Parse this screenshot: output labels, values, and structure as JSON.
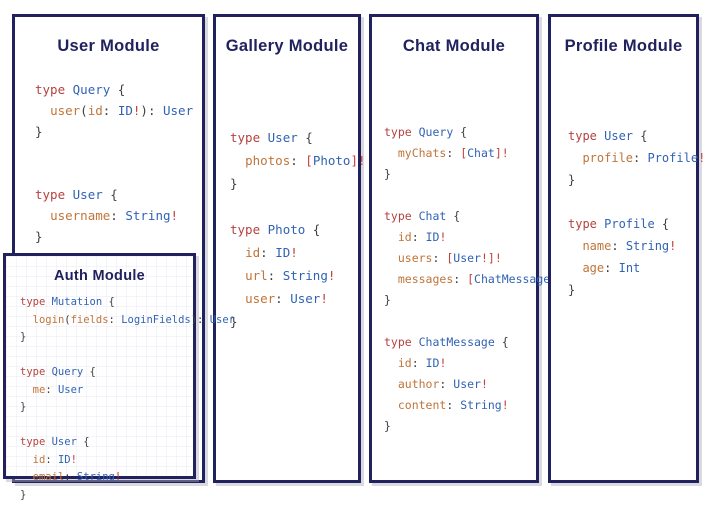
{
  "colors": {
    "navy": "#21215e",
    "keyword": "#b5423e",
    "type": "#3163b4",
    "field": "#c07539",
    "punct": "#3f3f3f",
    "bang": "#c0403c"
  },
  "panels": [
    {
      "id": "user",
      "title": "User Module",
      "code": [
        [
          [
            "k",
            "type "
          ],
          [
            "t",
            "Query "
          ],
          [
            "p",
            "{"
          ]
        ],
        [
          [
            "p",
            "  "
          ],
          [
            "f",
            "user"
          ],
          [
            "p",
            "("
          ],
          [
            "f",
            "id"
          ],
          [
            "p",
            ": "
          ],
          [
            "t",
            "ID"
          ],
          [
            "b",
            "!"
          ],
          [
            "p",
            "): "
          ],
          [
            "t",
            "User"
          ]
        ],
        [
          [
            "p",
            "}"
          ]
        ],
        [],
        [],
        [
          [
            "k",
            "type "
          ],
          [
            "t",
            "User "
          ],
          [
            "p",
            "{"
          ]
        ],
        [
          [
            "p",
            "  "
          ],
          [
            "f",
            "username"
          ],
          [
            "p",
            ": "
          ],
          [
            "t",
            "String"
          ],
          [
            "b",
            "!"
          ]
        ],
        [
          [
            "p",
            "}"
          ]
        ]
      ]
    },
    {
      "id": "gallery",
      "title": "Gallery Module",
      "code": [
        [
          [
            "k",
            "type "
          ],
          [
            "t",
            "User "
          ],
          [
            "p",
            "{"
          ]
        ],
        [
          [
            "p",
            "  "
          ],
          [
            "f",
            "photos"
          ],
          [
            "p",
            ": "
          ],
          [
            "b",
            "["
          ],
          [
            "t",
            "Photo"
          ],
          [
            "b",
            "]!"
          ]
        ],
        [
          [
            "p",
            "}"
          ]
        ],
        [],
        [
          [
            "k",
            "type "
          ],
          [
            "t",
            "Photo "
          ],
          [
            "p",
            "{"
          ]
        ],
        [
          [
            "p",
            "  "
          ],
          [
            "f",
            "id"
          ],
          [
            "p",
            ": "
          ],
          [
            "t",
            "ID"
          ],
          [
            "b",
            "!"
          ]
        ],
        [
          [
            "p",
            "  "
          ],
          [
            "f",
            "url"
          ],
          [
            "p",
            ": "
          ],
          [
            "t",
            "String"
          ],
          [
            "b",
            "!"
          ]
        ],
        [
          [
            "p",
            "  "
          ],
          [
            "f",
            "user"
          ],
          [
            "p",
            ": "
          ],
          [
            "t",
            "User"
          ],
          [
            "b",
            "!"
          ]
        ],
        [
          [
            "p",
            "}"
          ]
        ]
      ]
    },
    {
      "id": "chat",
      "title": "Chat Module",
      "code": [
        [
          [
            "k",
            "type "
          ],
          [
            "t",
            "Query "
          ],
          [
            "p",
            "{"
          ]
        ],
        [
          [
            "p",
            "  "
          ],
          [
            "f",
            "myChats"
          ],
          [
            "p",
            ": "
          ],
          [
            "b",
            "["
          ],
          [
            "t",
            "Chat"
          ],
          [
            "b",
            "]!"
          ]
        ],
        [
          [
            "p",
            "}"
          ]
        ],
        [],
        [
          [
            "k",
            "type "
          ],
          [
            "t",
            "Chat "
          ],
          [
            "p",
            "{"
          ]
        ],
        [
          [
            "p",
            "  "
          ],
          [
            "f",
            "id"
          ],
          [
            "p",
            ": "
          ],
          [
            "t",
            "ID"
          ],
          [
            "b",
            "!"
          ]
        ],
        [
          [
            "p",
            "  "
          ],
          [
            "f",
            "users"
          ],
          [
            "p",
            ": "
          ],
          [
            "b",
            "["
          ],
          [
            "t",
            "User"
          ],
          [
            "b",
            "!]!"
          ]
        ],
        [
          [
            "p",
            "  "
          ],
          [
            "f",
            "messages"
          ],
          [
            "p",
            ": "
          ],
          [
            "b",
            "["
          ],
          [
            "t",
            "ChatMessage"
          ],
          [
            "b",
            "]!"
          ]
        ],
        [
          [
            "p",
            "}"
          ]
        ],
        [],
        [
          [
            "k",
            "type "
          ],
          [
            "t",
            "ChatMessage "
          ],
          [
            "p",
            "{"
          ]
        ],
        [
          [
            "p",
            "  "
          ],
          [
            "f",
            "id"
          ],
          [
            "p",
            ": "
          ],
          [
            "t",
            "ID"
          ],
          [
            "b",
            "!"
          ]
        ],
        [
          [
            "p",
            "  "
          ],
          [
            "f",
            "author"
          ],
          [
            "p",
            ": "
          ],
          [
            "t",
            "User"
          ],
          [
            "b",
            "!"
          ]
        ],
        [
          [
            "p",
            "  "
          ],
          [
            "f",
            "content"
          ],
          [
            "p",
            ": "
          ],
          [
            "t",
            "String"
          ],
          [
            "b",
            "!"
          ]
        ],
        [
          [
            "p",
            "}"
          ]
        ]
      ]
    },
    {
      "id": "profile",
      "title": "Profile Module",
      "code": [
        [
          [
            "k",
            "type "
          ],
          [
            "t",
            "User "
          ],
          [
            "p",
            "{"
          ]
        ],
        [
          [
            "p",
            "  "
          ],
          [
            "f",
            "profile"
          ],
          [
            "p",
            ": "
          ],
          [
            "t",
            "Profile"
          ],
          [
            "b",
            "!"
          ]
        ],
        [
          [
            "p",
            "}"
          ]
        ],
        [],
        [
          [
            "k",
            "type "
          ],
          [
            "t",
            "Profile "
          ],
          [
            "p",
            "{"
          ]
        ],
        [
          [
            "p",
            "  "
          ],
          [
            "f",
            "name"
          ],
          [
            "p",
            ": "
          ],
          [
            "t",
            "String"
          ],
          [
            "b",
            "!"
          ]
        ],
        [
          [
            "p",
            "  "
          ],
          [
            "f",
            "age"
          ],
          [
            "p",
            ": "
          ],
          [
            "t",
            "Int"
          ]
        ],
        [
          [
            "p",
            "}"
          ]
        ]
      ]
    }
  ],
  "auth": {
    "title": "Auth Module",
    "code": [
      [
        [
          "k",
          "type "
        ],
        [
          "t",
          "Mutation "
        ],
        [
          "p",
          "{"
        ]
      ],
      [
        [
          "p",
          "  "
        ],
        [
          "f",
          "login"
        ],
        [
          "p",
          "("
        ],
        [
          "f",
          "fields"
        ],
        [
          "p",
          ": "
        ],
        [
          "t",
          "LoginFields"
        ],
        [
          "p",
          "): "
        ],
        [
          "t",
          "User"
        ]
      ],
      [
        [
          "p",
          "}"
        ]
      ],
      [],
      [
        [
          "k",
          "type "
        ],
        [
          "t",
          "Query "
        ],
        [
          "p",
          "{"
        ]
      ],
      [
        [
          "p",
          "  "
        ],
        [
          "f",
          "me"
        ],
        [
          "p",
          ": "
        ],
        [
          "t",
          "User"
        ]
      ],
      [
        [
          "p",
          "}"
        ]
      ],
      [],
      [
        [
          "k",
          "type "
        ],
        [
          "t",
          "User "
        ],
        [
          "p",
          "{"
        ]
      ],
      [
        [
          "p",
          "  "
        ],
        [
          "f",
          "id"
        ],
        [
          "p",
          ": "
        ],
        [
          "t",
          "ID"
        ],
        [
          "b",
          "!"
        ]
      ],
      [
        [
          "p",
          "  "
        ],
        [
          "f",
          "email"
        ],
        [
          "p",
          ": "
        ],
        [
          "t",
          "String"
        ],
        [
          "b",
          "!"
        ]
      ],
      [
        [
          "p",
          "}"
        ]
      ]
    ]
  }
}
